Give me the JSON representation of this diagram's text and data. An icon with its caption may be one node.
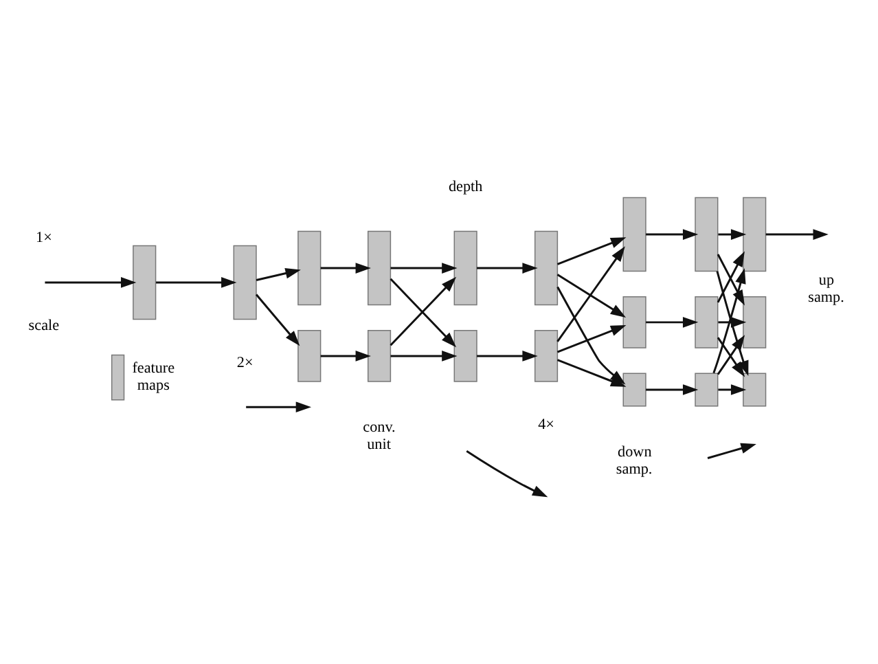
{
  "diagram": {
    "nodes": [
      {
        "text": [],
        "shape": "box"
      },
      {
        "text": [],
        "shape": "box"
      },
      {
        "text": [],
        "shape": "box"
      },
      {
        "text": [],
        "shape": "box"
      },
      {
        "text": [],
        "shape": "box"
      },
      {
        "text": [],
        "shape": "box"
      },
      {
        "text": [],
        "shape": "box"
      },
      {
        "text": [],
        "shape": "box"
      },
      {
        "text": [],
        "shape": "box"
      },
      {
        "text": [],
        "shape": "box"
      },
      {
        "text": [],
        "shape": "box"
      },
      {
        "text": [],
        "shape": "box"
      },
      {
        "text": [],
        "shape": "box"
      },
      {
        "text": [],
        "shape": "box"
      },
      {
        "text": [],
        "shape": "box"
      },
      {
        "text": [],
        "shape": "box"
      },
      {
        "text": [],
        "shape": "box"
      },
      {
        "text": [],
        "shape": "box"
      },
      {
        "text": [],
        "shape": "box"
      }
    ],
    "edges": [
      {
        "from": null,
        "to": 0,
        "arrow": "to"
      },
      {
        "from": 0,
        "to": 1,
        "arrow": "to"
      },
      {
        "from": 1,
        "to": 2,
        "arrow": "to"
      },
      {
        "from": 1,
        "to": 9,
        "arrow": "to"
      },
      {
        "from": 2,
        "to": 3,
        "arrow": "to"
      },
      {
        "from": 9,
        "to": 10,
        "arrow": "to"
      },
      {
        "from": 3,
        "to": 4,
        "arrow": "to"
      },
      {
        "from": 3,
        "to": 11,
        "arrow": "to"
      },
      {
        "from": 10,
        "to": 4,
        "arrow": "to"
      },
      {
        "from": 10,
        "to": 11,
        "arrow": "to"
      },
      {
        "from": 4,
        "to": 5,
        "arrow": "to"
      },
      {
        "from": 11,
        "to": 12,
        "arrow": "to"
      },
      {
        "from": 5,
        "to": 6,
        "arrow": "to"
      },
      {
        "from": 5,
        "to": 13,
        "arrow": "to"
      },
      {
        "from": 5,
        "to": 16,
        "arrow": "to"
      },
      {
        "from": 12,
        "to": 6,
        "arrow": "to"
      },
      {
        "from": 12,
        "to": 13,
        "arrow": "to"
      },
      {
        "from": 12,
        "to": 16,
        "arrow": "to"
      },
      {
        "from": 6,
        "to": 7,
        "arrow": "to"
      },
      {
        "from": 13,
        "to": 14,
        "arrow": "to"
      },
      {
        "from": 16,
        "to": 17,
        "arrow": "to"
      },
      {
        "from": 7,
        "to": 8,
        "arrow": "to"
      },
      {
        "from": 7,
        "to": 15,
        "arrow": "to"
      },
      {
        "from": 7,
        "to": 18,
        "arrow": "to"
      },
      {
        "from": 14,
        "to": 8,
        "arrow": "to"
      },
      {
        "from": 14,
        "to": 15,
        "arrow": "to"
      },
      {
        "from": 14,
        "to": 18,
        "arrow": "to"
      },
      {
        "from": 17,
        "to": 8,
        "arrow": "to"
      },
      {
        "from": 17,
        "to": 15,
        "arrow": "to"
      },
      {
        "from": 17,
        "to": 18,
        "arrow": "to"
      },
      {
        "from": 8,
        "to": null,
        "arrow": "to"
      }
    ],
    "labels": [
      "depth",
      "1×",
      "scale",
      "2×",
      "4×"
    ],
    "legend": [
      {
        "text": "feature maps"
      },
      {
        "text": "conv. unit"
      },
      {
        "text": "down samp."
      },
      {
        "text": "up samp."
      }
    ]
  }
}
